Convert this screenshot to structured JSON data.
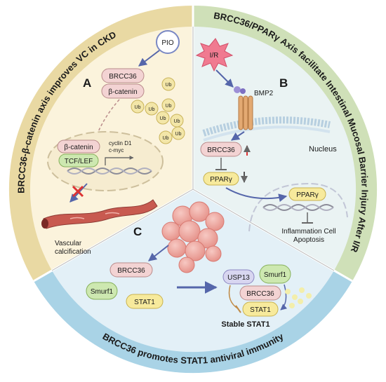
{
  "sections": {
    "a": {
      "letter": "A",
      "title": "BRCC36-β-catenin axis improves VC in CKD",
      "pio": "PIO",
      "brcc36": "BRCC36",
      "beta_catenin": "β-catenin",
      "ub": "Ub",
      "nuc_beta_catenin": "β-catenin",
      "tcf_lef": "TCF/LEF",
      "cyclin": "cyclin D1",
      "cmyc": "c-myc",
      "vascular_line1": "Vascular",
      "vascular_line2": "calcification"
    },
    "b": {
      "letter": "B",
      "title": "BRCC36/PPARγ Axis facilitate Intestinal Mucosal Barrier Injury After I/R",
      "ir": "I/R",
      "bmp2": "BMP2",
      "brcc36": "BRCC36",
      "ppar": "PPARγ",
      "nucleus": "Nucleus",
      "nuc_ppar": "PPARγ",
      "inflam_line1": "Inflammation Cell",
      "inflam_line2": "Apoptosis"
    },
    "c": {
      "letter": "C",
      "title": "BRCC36 promotes STAT1 antiviral immunity",
      "brcc36": "BRCC36",
      "smurf1": "Smurf1",
      "stat1": "STAT1",
      "usp13": "USP13",
      "smurf1_right": "Smurf1",
      "brcc36_right": "BRCC36",
      "stat1_right": "STAT1",
      "stable": "Stable STAT1"
    }
  },
  "colors": {
    "section_a_bg": "#fbf3dc",
    "section_a_ring": "#e9d9a3",
    "section_b_bg": "#eaf3f3",
    "section_b_ring": "#cfe0b8",
    "section_c_bg": "#e3f0f7",
    "section_c_ring": "#a9d3e6",
    "pink_pill": "#f3d3d3",
    "yellow_pill": "#f7ea9c",
    "green_pill": "#cde8b0",
    "purple_pill": "#d8d6f0",
    "arrow": "#5566aa"
  }
}
